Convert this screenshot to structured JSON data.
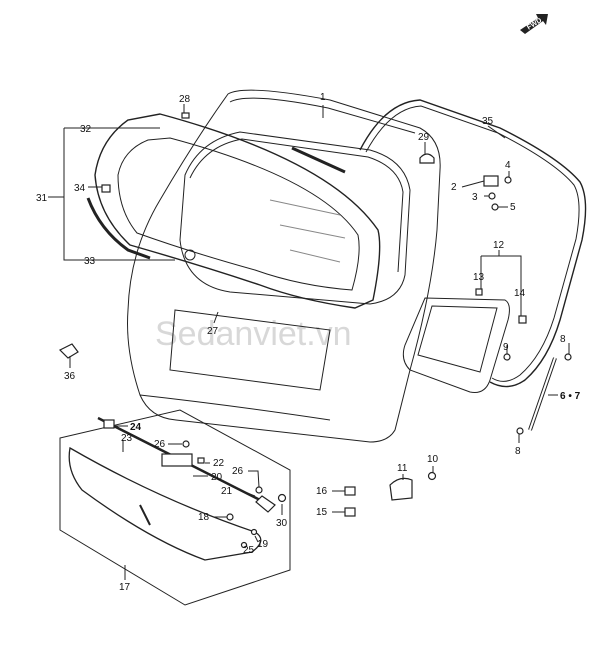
{
  "watermark": "Sedanviet.vn",
  "fwd_label": "FWD",
  "labels": {
    "p1": "1",
    "p2": "2",
    "p3": "3",
    "p4": "4",
    "p5": "5",
    "p6_7": "6 • 7",
    "p8a": "8",
    "p8b": "8",
    "p9": "9",
    "p10": "10",
    "p11": "11",
    "p12": "12",
    "p13": "13",
    "p14": "14",
    "p15": "15",
    "p16": "16",
    "p17": "17",
    "p18": "18",
    "p19": "19",
    "p20": "20",
    "p21": "21",
    "p22": "22",
    "p23": "23",
    "p24": "24",
    "p25": "25",
    "p26a": "26",
    "p26b": "26",
    "p27": "27",
    "p28": "28",
    "p29": "29",
    "p30": "30",
    "p31": "31",
    "p32": "32",
    "p33": "33",
    "p34": "34",
    "p35": "35",
    "p36": "36"
  }
}
